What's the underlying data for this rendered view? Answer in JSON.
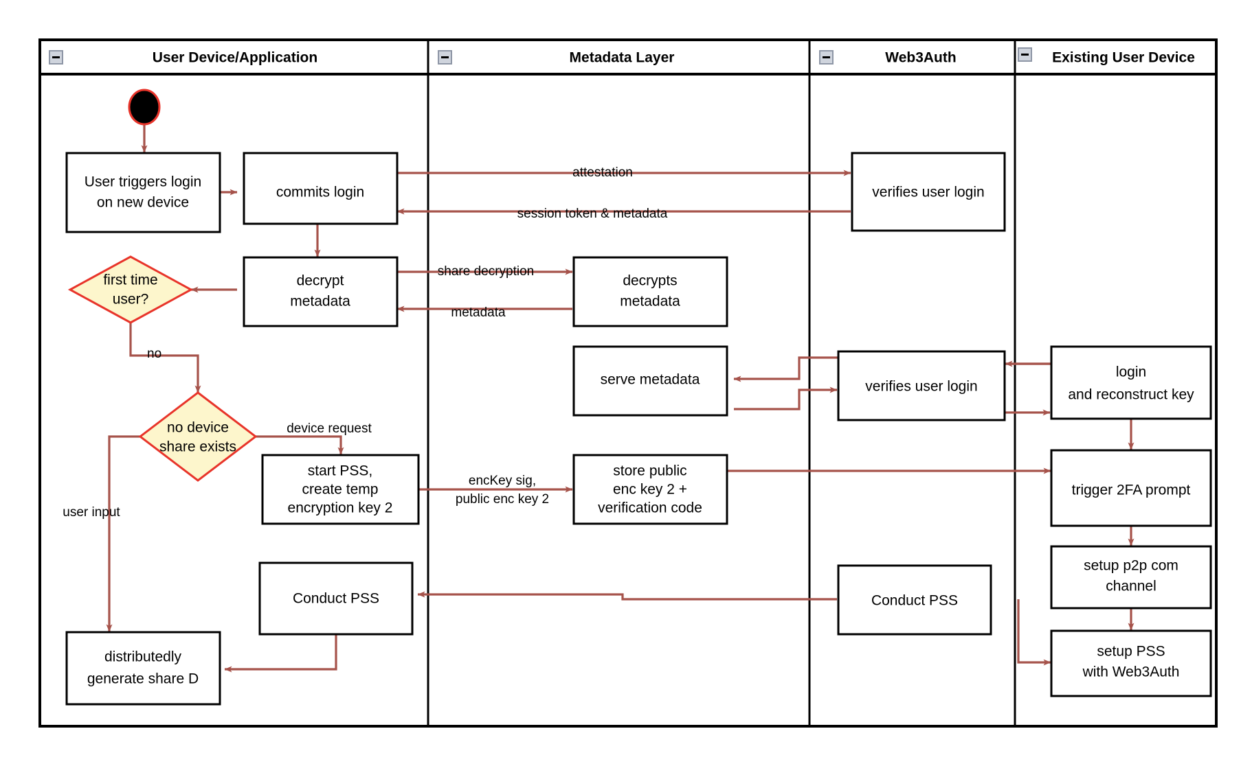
{
  "diagram": {
    "type": "swimlane-activity-diagram",
    "title": "Web3Auth new device login / PSS flow",
    "colors": {
      "flow_arrow": "#a6534b",
      "decision_fill": "#fdf6cc",
      "decision_stroke": "#e8342a",
      "node_stroke": "#000000",
      "node_fill": "#ffffff",
      "lane_border": "#000000",
      "start_node_fill": "#000000",
      "start_node_stroke": "#e8342a",
      "collapse_icon_fill": "#cfd4dd"
    },
    "lanes": [
      {
        "id": "lane-user-device",
        "title": "User Device/Application",
        "collapse_icon": "collapse-minus-icon"
      },
      {
        "id": "lane-metadata",
        "title": "Metadata Layer",
        "collapse_icon": "collapse-minus-icon"
      },
      {
        "id": "lane-web3auth",
        "title": "Web3Auth",
        "collapse_icon": "collapse-minus-icon"
      },
      {
        "id": "lane-existing-device",
        "title": "Existing User Device",
        "collapse_icon": "collapse-minus-icon"
      }
    ],
    "nodes": [
      {
        "id": "start",
        "shape": "initial-node",
        "lane": "lane-user-device",
        "label": ""
      },
      {
        "id": "user-triggers-login",
        "shape": "process",
        "lane": "lane-user-device",
        "lines": [
          "User triggers login",
          "on new device"
        ]
      },
      {
        "id": "commits-login",
        "shape": "process",
        "lane": "lane-user-device",
        "lines": [
          "commits login"
        ]
      },
      {
        "id": "verifies-user-login-1",
        "shape": "process",
        "lane": "lane-web3auth",
        "lines": [
          "verifies user login"
        ]
      },
      {
        "id": "decrypt-metadata",
        "shape": "process",
        "lane": "lane-user-device",
        "lines": [
          "decrypt",
          "metadata"
        ]
      },
      {
        "id": "decrypts-metadata",
        "shape": "process",
        "lane": "lane-metadata",
        "lines": [
          "decrypts",
          "metadata"
        ]
      },
      {
        "id": "first-time-user",
        "shape": "decision",
        "lane": "lane-user-device",
        "lines": [
          "first time",
          "user?"
        ]
      },
      {
        "id": "serve-metadata",
        "shape": "process",
        "lane": "lane-metadata",
        "lines": [
          "serve metadata"
        ]
      },
      {
        "id": "verifies-user-login-2",
        "shape": "process",
        "lane": "lane-web3auth",
        "lines": [
          "verifies user login"
        ]
      },
      {
        "id": "login-reconstruct-key",
        "shape": "process",
        "lane": "lane-existing-device",
        "lines": [
          "login",
          "and reconstruct key"
        ]
      },
      {
        "id": "no-device-share-exists",
        "shape": "decision",
        "lane": "lane-user-device",
        "lines": [
          "no device",
          "share exists"
        ]
      },
      {
        "id": "start-pss-create-temp-key",
        "shape": "process",
        "lane": "lane-user-device",
        "lines": [
          "start PSS,",
          "create temp",
          "encryption key 2"
        ]
      },
      {
        "id": "store-public-enc-key",
        "shape": "process",
        "lane": "lane-metadata",
        "lines": [
          "store public",
          "enc key 2 +",
          "verification code"
        ]
      },
      {
        "id": "trigger-2fa-prompt",
        "shape": "process",
        "lane": "lane-existing-device",
        "lines": [
          "trigger 2FA prompt"
        ]
      },
      {
        "id": "setup-p2p-com-channel",
        "shape": "process",
        "lane": "lane-existing-device",
        "lines": [
          "setup p2p com",
          "channel"
        ]
      },
      {
        "id": "conduct-pss-user",
        "shape": "process",
        "lane": "lane-user-device",
        "lines": [
          "Conduct PSS"
        ]
      },
      {
        "id": "conduct-pss-web3auth",
        "shape": "process",
        "lane": "lane-web3auth",
        "lines": [
          "Conduct PSS"
        ]
      },
      {
        "id": "setup-pss-with-web3auth",
        "shape": "process",
        "lane": "lane-existing-device",
        "lines": [
          "setup PSS",
          "with Web3Auth"
        ]
      },
      {
        "id": "distributedly-generate-share-d",
        "shape": "process",
        "lane": "lane-user-device",
        "lines": [
          "distributedly",
          "generate share D"
        ]
      }
    ],
    "edges": [
      {
        "id": "e-start-trigger",
        "from": "start",
        "to": "user-triggers-login",
        "label": ""
      },
      {
        "id": "e-trigger-commits",
        "from": "user-triggers-login",
        "to": "commits-login",
        "label": ""
      },
      {
        "id": "e-commits-verifies",
        "from": "commits-login",
        "to": "verifies-user-login-1",
        "label": "attestation"
      },
      {
        "id": "e-verifies-commits",
        "from": "verifies-user-login-1",
        "to": "commits-login",
        "label": "session token & metadata"
      },
      {
        "id": "e-commits-decrypt",
        "from": "commits-login",
        "to": "decrypt-metadata",
        "label": ""
      },
      {
        "id": "e-decrypt-decrypts",
        "from": "decrypt-metadata",
        "to": "decrypts-metadata",
        "label": "share decryption"
      },
      {
        "id": "e-decrypts-decrypt",
        "from": "decrypts-metadata",
        "to": "decrypt-metadata",
        "label": "metadata"
      },
      {
        "id": "e-decrypt-firsttime",
        "from": "decrypt-metadata",
        "to": "first-time-user",
        "label": ""
      },
      {
        "id": "e-firsttime-nodevice",
        "from": "first-time-user",
        "to": "no-device-share-exists",
        "label": "no"
      },
      {
        "id": "e-existing-verifies2",
        "from": "login-reconstruct-key",
        "to": "verifies-user-login-2",
        "label": ""
      },
      {
        "id": "e-verifies2-serve",
        "from": "verifies-user-login-2",
        "to": "serve-metadata",
        "label": ""
      },
      {
        "id": "e-serve-verifies2",
        "from": "serve-metadata",
        "to": "verifies-user-login-2",
        "label": ""
      },
      {
        "id": "e-verifies2-existing",
        "from": "verifies-user-login-2",
        "to": "login-reconstruct-key",
        "label": ""
      },
      {
        "id": "e-nodevice-startpss",
        "from": "no-device-share-exists",
        "to": "start-pss-create-temp-key",
        "label": "device request"
      },
      {
        "id": "e-startpss-store",
        "from": "start-pss-create-temp-key",
        "to": "store-public-enc-key",
        "label": "encKey sig,\npublic enc key 2"
      },
      {
        "id": "e-store-2fa",
        "from": "store-public-enc-key",
        "to": "trigger-2fa-prompt",
        "label": ""
      },
      {
        "id": "e-login-2fa",
        "from": "login-reconstruct-key",
        "to": "trigger-2fa-prompt",
        "label": ""
      },
      {
        "id": "e-2fa-p2p",
        "from": "trigger-2fa-prompt",
        "to": "setup-p2p-com-channel",
        "label": ""
      },
      {
        "id": "e-p2p-setuppss",
        "from": "setup-p2p-com-channel",
        "to": "setup-pss-with-web3auth",
        "label": ""
      },
      {
        "id": "e-setuppss-conductpss-web3auth",
        "from": "setup-pss-with-web3auth",
        "to": "conduct-pss-web3auth",
        "label": ""
      },
      {
        "id": "e-conductpss-web3auth-user",
        "from": "conduct-pss-web3auth",
        "to": "conduct-pss-user",
        "label": ""
      },
      {
        "id": "e-nodevice-generate",
        "from": "no-device-share-exists",
        "to": "distributedly-generate-share-d",
        "label": "user input"
      },
      {
        "id": "e-conductpss-generate",
        "from": "conduct-pss-user",
        "to": "distributedly-generate-share-d",
        "label": ""
      }
    ],
    "edge_labels": {
      "attestation": "attestation",
      "session_token_metadata": "session token & metadata",
      "share_decryption": "share decryption",
      "metadata": "metadata",
      "no": "no",
      "device_request": "device request",
      "enckey_sig_line1": "encKey sig,",
      "enckey_sig_line2": "public enc key 2",
      "user_input": "user input"
    },
    "node_labels": {
      "user_triggers_login_l1": "User triggers login",
      "user_triggers_login_l2": "on new device",
      "commits_login": "commits login",
      "verifies_user_login_1": "verifies user login",
      "decrypt_l1": "decrypt",
      "decrypt_l2": "metadata",
      "decrypts_l1": "decrypts",
      "decrypts_l2": "metadata",
      "first_time_l1": "first time",
      "first_time_l2": "user?",
      "serve_metadata": "serve metadata",
      "verifies_user_login_2": "verifies user login",
      "login_l1": "login",
      "login_l2": "and reconstruct key",
      "no_device_l1": "no device",
      "no_device_l2": "share exists",
      "start_pss_l1": "start PSS,",
      "start_pss_l2": "create temp",
      "start_pss_l3": "encryption key 2",
      "store_public_l1": "store public",
      "store_public_l2": "enc key 2 +",
      "store_public_l3": "verification code",
      "trigger_2fa": "trigger 2FA prompt",
      "setup_p2p_l1": "setup p2p com",
      "setup_p2p_l2": "channel",
      "conduct_pss_user": "Conduct PSS",
      "conduct_pss_web3auth": "Conduct PSS",
      "setup_pss_l1": "setup PSS",
      "setup_pss_l2": "with Web3Auth",
      "distributedly_l1": "distributedly",
      "distributedly_l2": "generate share D"
    }
  }
}
